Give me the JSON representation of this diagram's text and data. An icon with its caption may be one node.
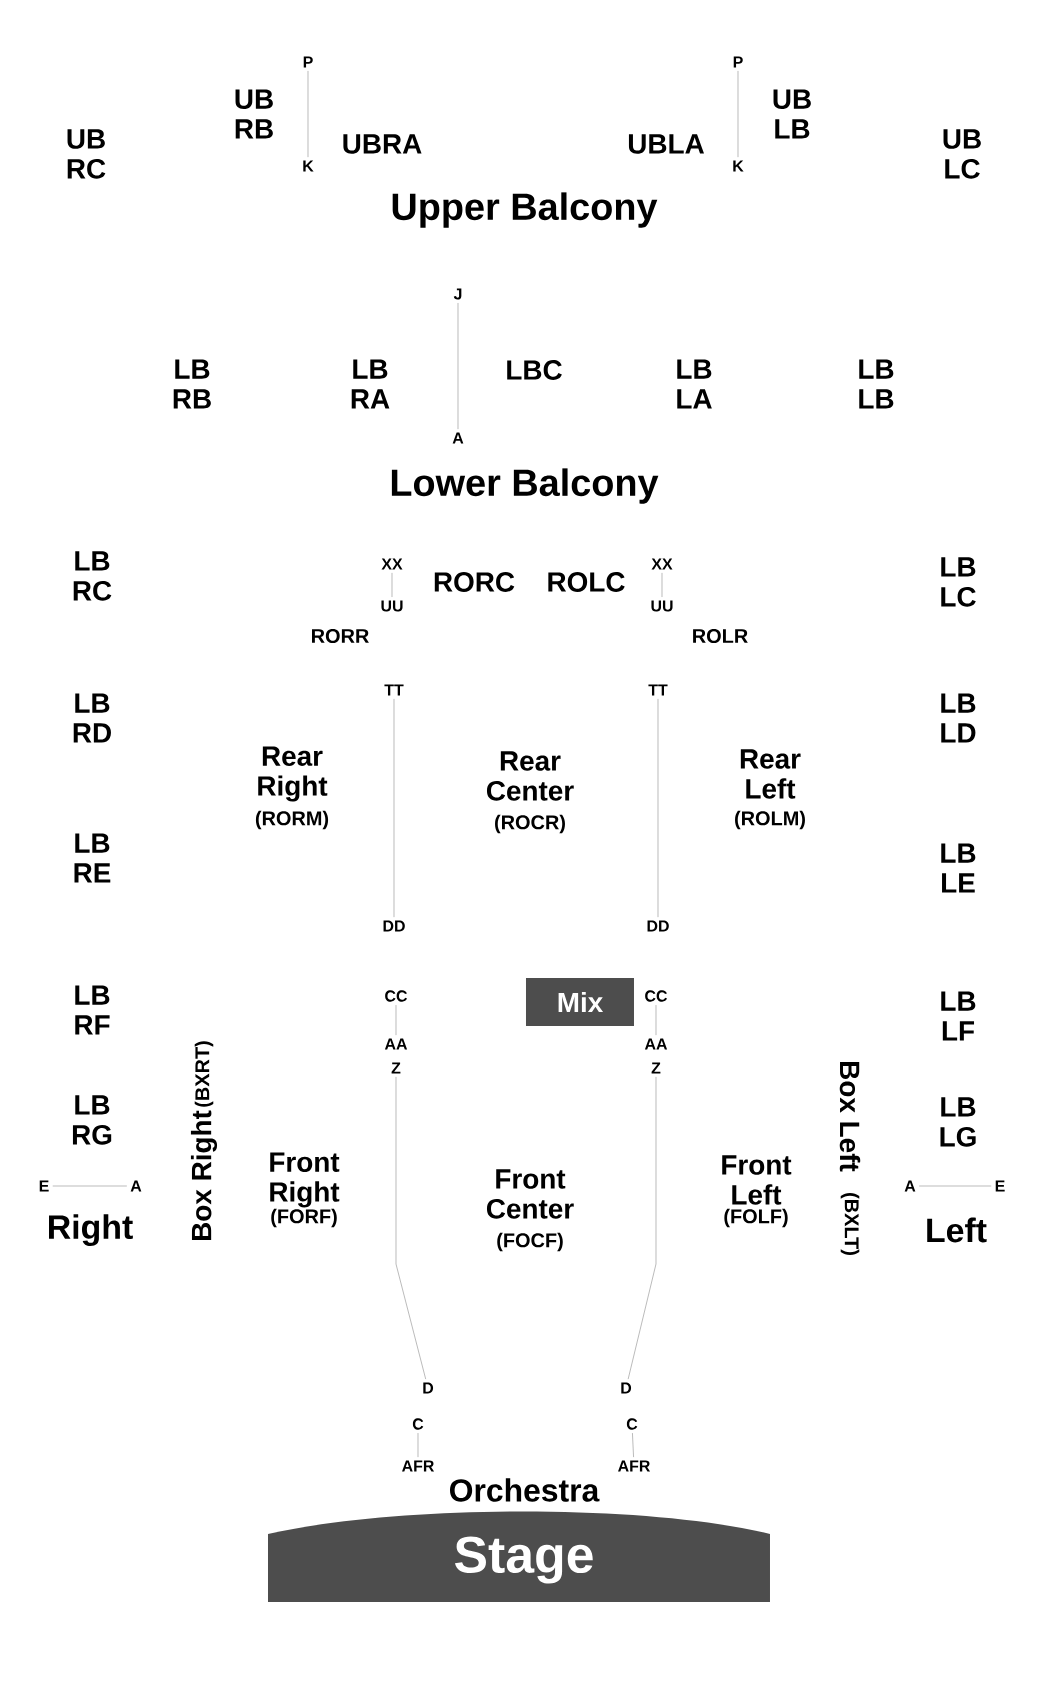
{
  "diagram": {
    "nodes": [
      {
        "text": [
          "P"
        ]
      },
      {
        "text": [
          "K"
        ]
      },
      {
        "text": [
          "P"
        ]
      },
      {
        "text": [
          "K"
        ]
      },
      {
        "text": [
          "J"
        ]
      },
      {
        "text": [
          "A"
        ]
      },
      {
        "text": [
          "XX"
        ]
      },
      {
        "text": [
          "UU"
        ]
      },
      {
        "text": [
          "XX"
        ]
      },
      {
        "text": [
          "UU"
        ]
      },
      {
        "text": [
          "TT"
        ]
      },
      {
        "text": [
          "DD"
        ]
      },
      {
        "text": [
          "TT"
        ]
      },
      {
        "text": [
          "DD"
        ]
      },
      {
        "text": [
          "Mix"
        ]
      },
      {
        "text": [
          "CC"
        ]
      },
      {
        "text": [
          "AA"
        ]
      },
      {
        "text": [
          "CC"
        ]
      },
      {
        "text": [
          "AA"
        ]
      },
      {
        "text": [
          "Z"
        ]
      },
      {
        "text": [
          "Z"
        ]
      },
      {
        "text": [
          "E"
        ]
      },
      {
        "text": [
          "A"
        ]
      },
      {
        "text": [
          "A"
        ]
      },
      {
        "text": [
          "E"
        ]
      },
      {
        "text": [
          "D"
        ]
      },
      {
        "text": [
          "D"
        ]
      },
      {
        "text": [
          "C"
        ]
      },
      {
        "text": [
          "C"
        ]
      },
      {
        "text": [
          "AFR"
        ]
      },
      {
        "text": [
          "AFR"
        ]
      },
      {
        "text": [
          "Stage"
        ]
      }
    ],
    "edges": [
      {
        "from": 0,
        "to": 1,
        "arrow": "none"
      },
      {
        "from": 2,
        "to": 3,
        "arrow": "none"
      },
      {
        "from": 4,
        "to": 5,
        "arrow": "none"
      },
      {
        "from": 6,
        "to": 7,
        "arrow": "none"
      },
      {
        "from": 8,
        "to": 9,
        "arrow": "none"
      },
      {
        "from": 10,
        "to": 11,
        "arrow": "none"
      },
      {
        "from": 12,
        "to": 13,
        "arrow": "none"
      },
      {
        "from": 15,
        "to": 16,
        "arrow": "none"
      },
      {
        "from": 17,
        "to": 18,
        "arrow": "none"
      },
      {
        "from": 19,
        "to": 25,
        "arrow": "none"
      },
      {
        "from": 20,
        "to": 26,
        "arrow": "none"
      },
      {
        "from": 21,
        "to": 22,
        "arrow": "none"
      },
      {
        "from": 23,
        "to": 24,
        "arrow": "none"
      },
      {
        "from": 27,
        "to": 29,
        "arrow": "none"
      },
      {
        "from": 28,
        "to": 30,
        "arrow": "none"
      }
    ],
    "labels": [
      "UB RB",
      "UBRA",
      "UBLA",
      "UB LB",
      "UB RC",
      "UB LC",
      "Upper Balcony",
      "LB RB",
      "LB RA",
      "LBC",
      "LB LA",
      "LB LB",
      "Lower Balcony",
      "LB RC",
      "RORC",
      "ROLC",
      "LB LC",
      "RORR",
      "ROLR",
      "LB RD",
      "LB LD",
      "Rear Right",
      "(RORM)",
      "Rear Center",
      "(ROCR)",
      "Rear Left",
      "(ROLM)",
      "LB RE",
      "LB LE",
      "LB RF",
      "LB LF",
      "Box Right",
      "(BXRT)",
      "LB RG",
      "LB LG",
      "Box Left",
      "(BXLT)",
      "Front Right",
      "(FORF)",
      "Front Center",
      "(FOCF)",
      "Front Left",
      "(FOLF)",
      "Right",
      "Left",
      "Orchestra"
    ]
  }
}
